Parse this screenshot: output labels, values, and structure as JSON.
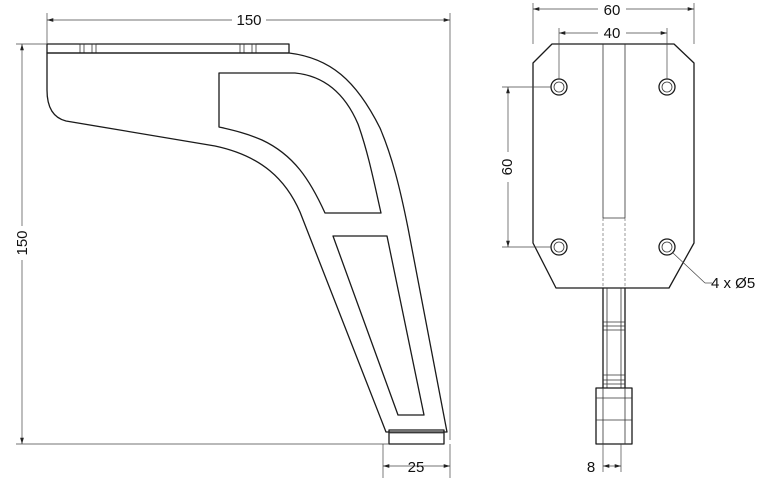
{
  "dimensions": {
    "overall_width": "150",
    "overall_height": "150",
    "foot_width": "25",
    "plate_width": "60",
    "hole_spacing_horizontal": "40",
    "hole_spacing_vertical": "60",
    "hole_callout": "4 x Ø5",
    "leg_thickness": "8"
  },
  "colors": {
    "line": "#1a1a1a",
    "dimension": "#444444",
    "background": "#ffffff"
  }
}
